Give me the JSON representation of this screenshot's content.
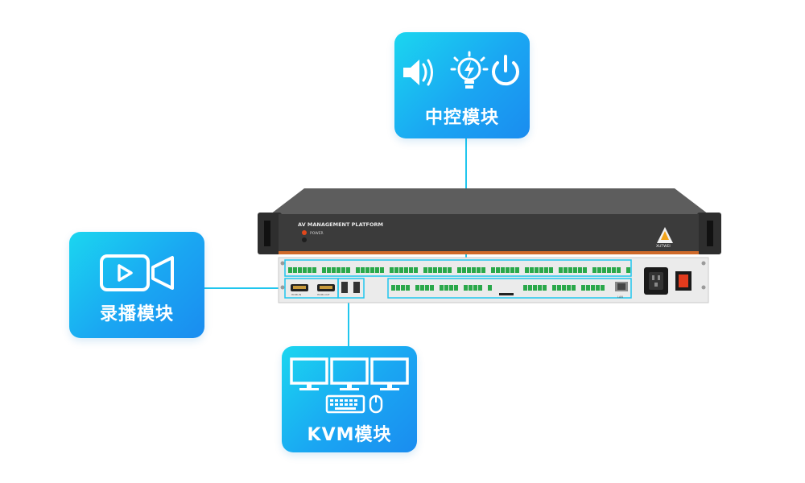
{
  "modules": {
    "central_control": {
      "label": "中控模块"
    },
    "recording": {
      "label": "录播模块"
    },
    "kvm": {
      "label": "KVM模块"
    }
  },
  "device": {
    "title": "AV MANAGEMENT PLATFORM",
    "power_label": "POWER",
    "brand": "XUTWEI",
    "lan_label": "LAN",
    "hdmi_in_label": "HDMI-IN",
    "hdmi_out_label": "HDMI-OUT"
  },
  "colors": {
    "accent": "#1aa6f2",
    "connector_line": "#20c6ee",
    "panel_dark": "#3b3b3b",
    "terminal_green": "#2aa84a",
    "power_switch": "#e23b1d"
  }
}
